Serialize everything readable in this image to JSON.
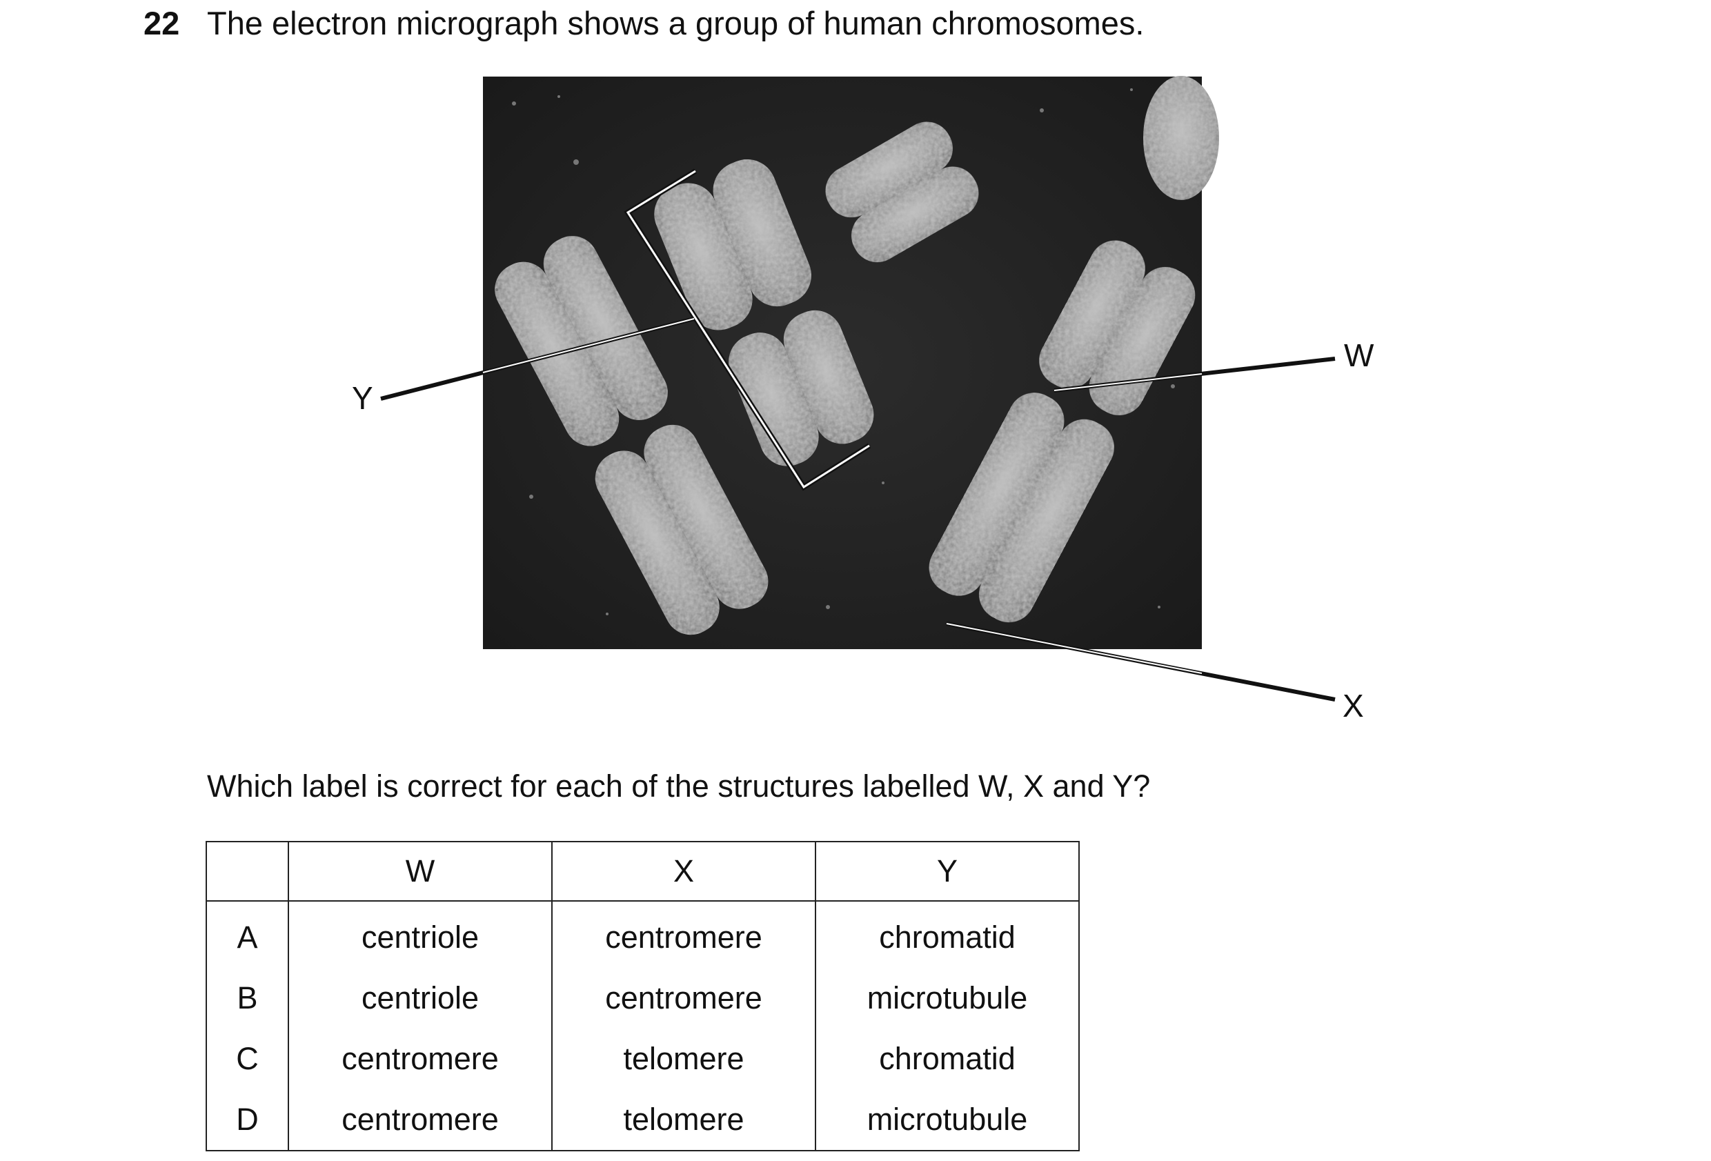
{
  "question": {
    "number": "22",
    "stem": "The electron micrograph shows a group of human chromosomes.",
    "prompt": "Which label is correct for each of the structures labelled W, X and Y?"
  },
  "figure": {
    "labels": {
      "w": "W",
      "x": "X",
      "y": "Y"
    }
  },
  "table": {
    "headers": [
      "",
      "W",
      "X",
      "Y"
    ],
    "rows": [
      {
        "letter": "A",
        "w": "centriole",
        "x": "centromere",
        "y": "chromatid"
      },
      {
        "letter": "B",
        "w": "centriole",
        "x": "centromere",
        "y": "microtubule"
      },
      {
        "letter": "C",
        "w": "centromere",
        "x": "telomere",
        "y": "chromatid"
      },
      {
        "letter": "D",
        "w": "centromere",
        "x": "telomere",
        "y": "microtubule"
      }
    ]
  }
}
